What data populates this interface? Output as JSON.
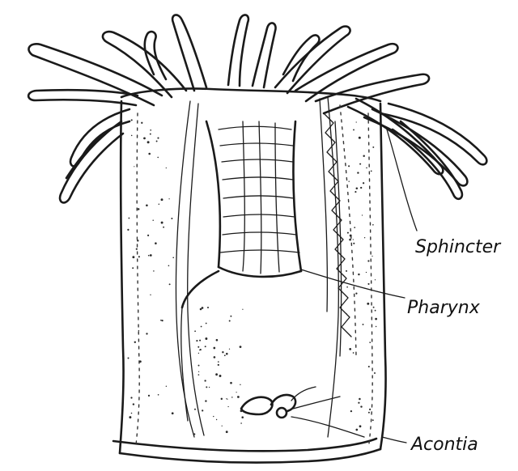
{
  "labels": {
    "sphincter": "Sphincter",
    "pharynx": "Pharynx",
    "acontia": "Acontia"
  },
  "colors": {
    "ink": "#1a1a1a",
    "background": "#ffffff"
  }
}
